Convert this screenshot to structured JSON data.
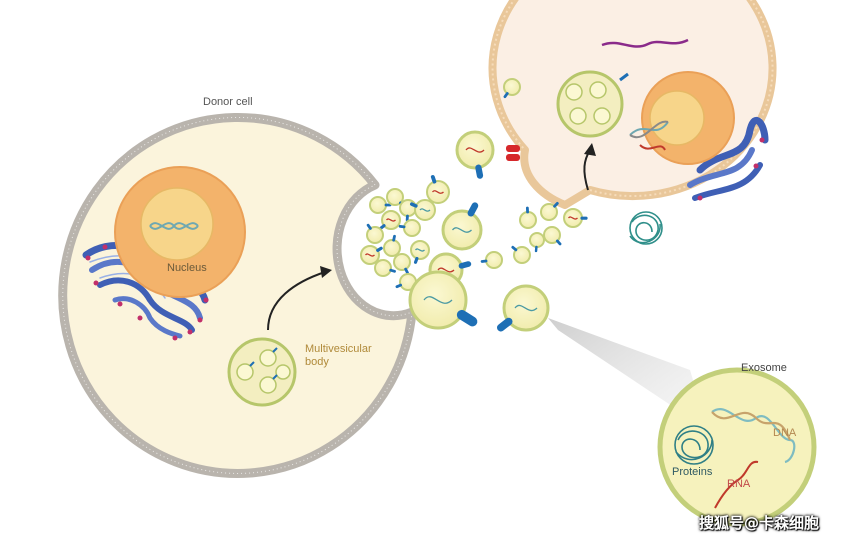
{
  "labels": {
    "donor_cell": "Donor cell",
    "nucleus": "Nucleus",
    "multivesicular_body": "Multivesicular body",
    "exosome": "Exosome",
    "dna": "DNA",
    "proteins": "Proteins",
    "rna": "RNA"
  },
  "watermark": "搜狐号@卡森细胞",
  "colors": {
    "membrane": "#b9b4ad",
    "cytoplasm": "#fbf4dc",
    "recipient_membrane": "#e9c79a",
    "recipient_cytoplasm": "#fbefe4",
    "nucleus_outer": "#f3b36b",
    "nucleus_inner": "#f7d58a",
    "vesicle_fill": "#f6f2bd",
    "vesicle_edge": "#c3cf7a",
    "er": "#3f5fb5",
    "dna": "#7fbcc1",
    "rna": "#c0392b",
    "receptor": "#1e6fb5"
  }
}
